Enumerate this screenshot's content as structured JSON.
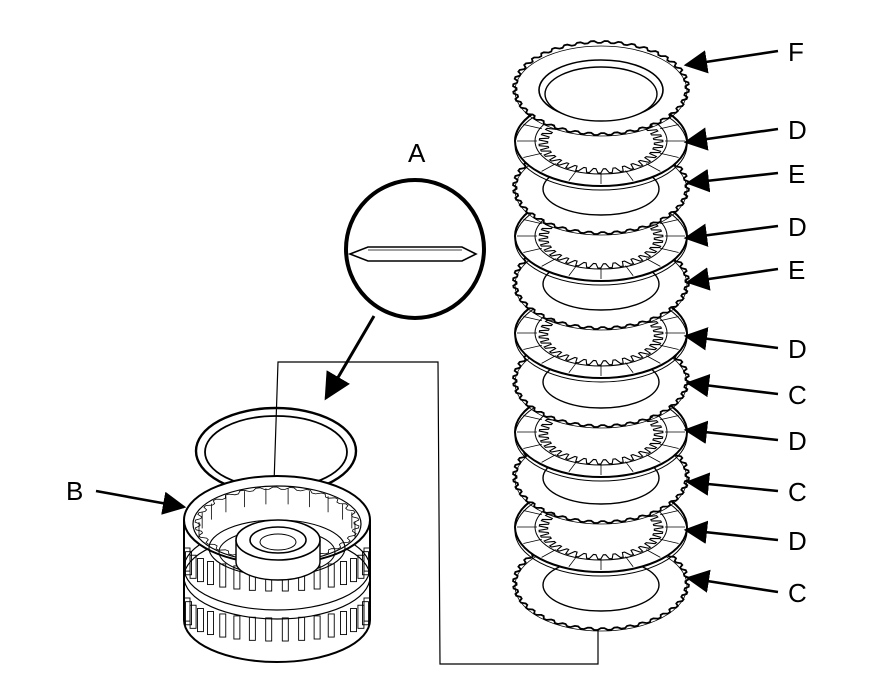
{
  "diagram": {
    "callouts": {
      "A": "A",
      "B": "B",
      "C": "C",
      "D": "D",
      "E": "E",
      "F": "F"
    },
    "stack_labels": [
      "F",
      "D",
      "E",
      "D",
      "E",
      "D",
      "C",
      "D",
      "C",
      "D",
      "C"
    ],
    "stack_order": [
      "F",
      "D",
      "E",
      "D",
      "E",
      "D",
      "C",
      "D",
      "C",
      "D",
      "C"
    ]
  }
}
